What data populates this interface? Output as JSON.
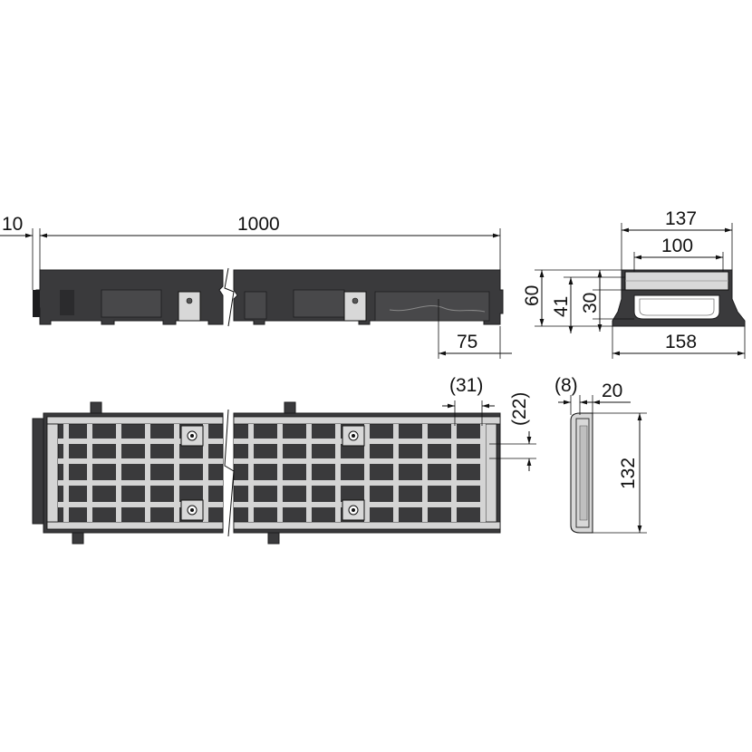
{
  "colors": {
    "body": "#3a3a3c",
    "body_dark": "#1c1c1e",
    "grate_frame": "#bfbfbf",
    "grate_bar": "#d4d4d4",
    "line": "#111111",
    "background": "#ffffff"
  },
  "dimensions": {
    "end_offset": "10",
    "length": "1000",
    "outlet": "75",
    "top_width": "137",
    "inner_width": "100",
    "base_width": "158",
    "total_height": "60",
    "height_41": "41",
    "height_30": "30",
    "slot_length": "(31)",
    "slot_width": "(22)",
    "grate_thickness": "(8)",
    "grate_offset": "20",
    "grate_width": "132"
  }
}
